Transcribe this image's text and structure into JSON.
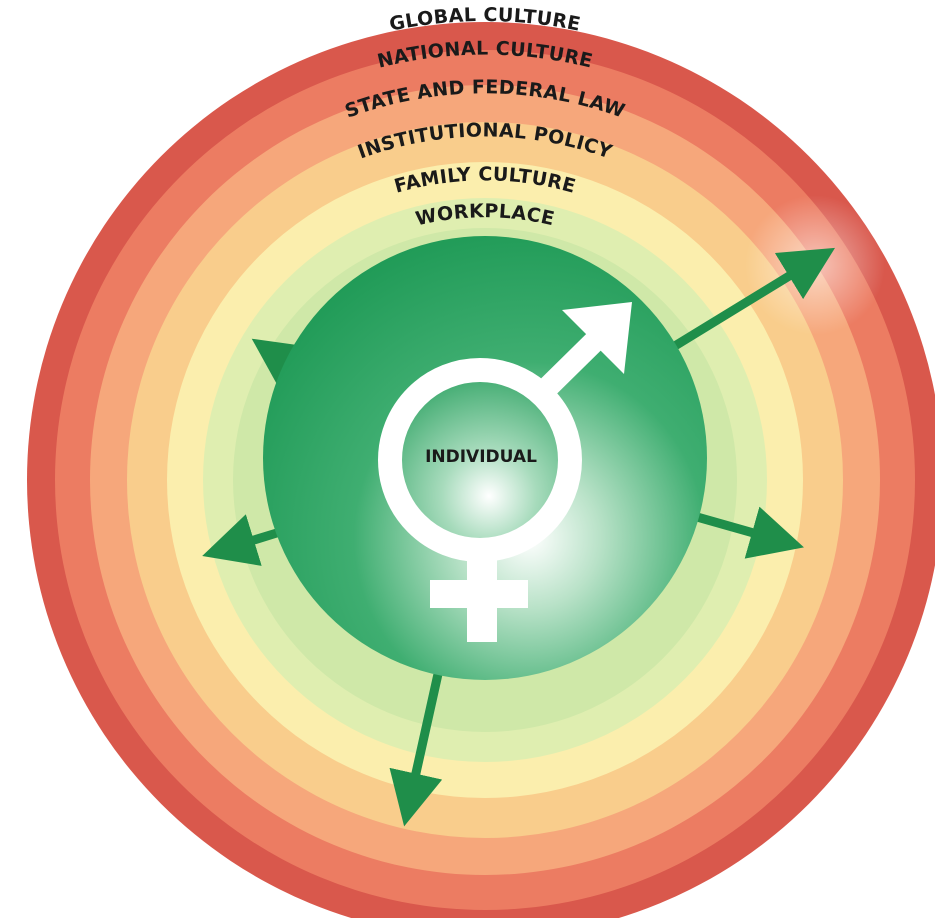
{
  "rings": [
    {
      "label": "GLOBAL CULTURE",
      "color": "#d9584c"
    },
    {
      "label": "NATIONAL CULTURE",
      "color": "#ec7c62"
    },
    {
      "label": "STATE AND FEDERAL LAW",
      "color": "#f6a77b"
    },
    {
      "label": "INSTITUTIONAL POLICY",
      "color": "#f9cd8c"
    },
    {
      "label": "FAMILY CULTURE",
      "color": "#fbeead"
    },
    {
      "label": "WORKPLACE",
      "color": "#dfeeb0"
    }
  ],
  "center": {
    "label": "INDIVIDUAL",
    "color_outer": "#1f9a56",
    "color_inner": "#ffffff"
  },
  "symbol": {
    "icon": "transgender-symbol-icon",
    "color": "#ffffff"
  },
  "arrows": {
    "color": "#1f8e4a",
    "count": 5
  }
}
